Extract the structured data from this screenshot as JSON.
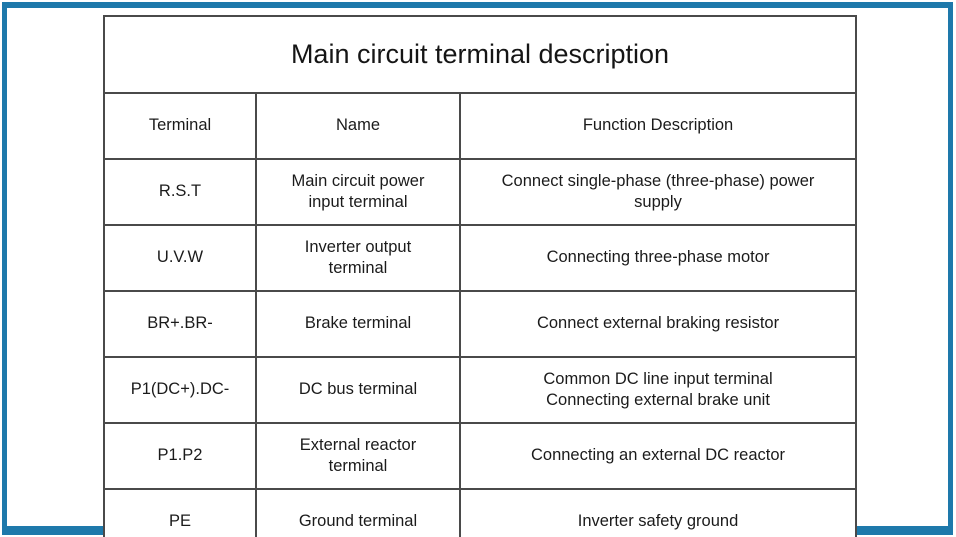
{
  "frame": {
    "accent_color": "#1e79ab"
  },
  "table": {
    "title": "Main circuit terminal description",
    "columns": [
      "Terminal",
      "Name",
      "Function Description"
    ],
    "rows": [
      {
        "terminal": "R.S.T",
        "name": [
          "Main circuit power",
          "input terminal"
        ],
        "function": [
          "Connect single-phase (three-phase) power",
          "supply"
        ]
      },
      {
        "terminal": "U.V.W",
        "name": [
          "Inverter output",
          "terminal"
        ],
        "function": [
          "Connecting three-phase motor"
        ]
      },
      {
        "terminal": "BR+.BR-",
        "name": [
          "Brake terminal"
        ],
        "function": [
          "Connect external braking resistor"
        ]
      },
      {
        "terminal": "P1(DC+).DC-",
        "name": [
          "DC bus terminal"
        ],
        "function": [
          "Common DC line input terminal",
          "Connecting external brake unit"
        ]
      },
      {
        "terminal": "P1.P2",
        "name": [
          "External reactor",
          "terminal"
        ],
        "function": [
          "Connecting an external DC reactor"
        ]
      },
      {
        "terminal": "PE",
        "name": [
          "Ground terminal"
        ],
        "function": [
          "Inverter safety ground"
        ]
      }
    ]
  }
}
